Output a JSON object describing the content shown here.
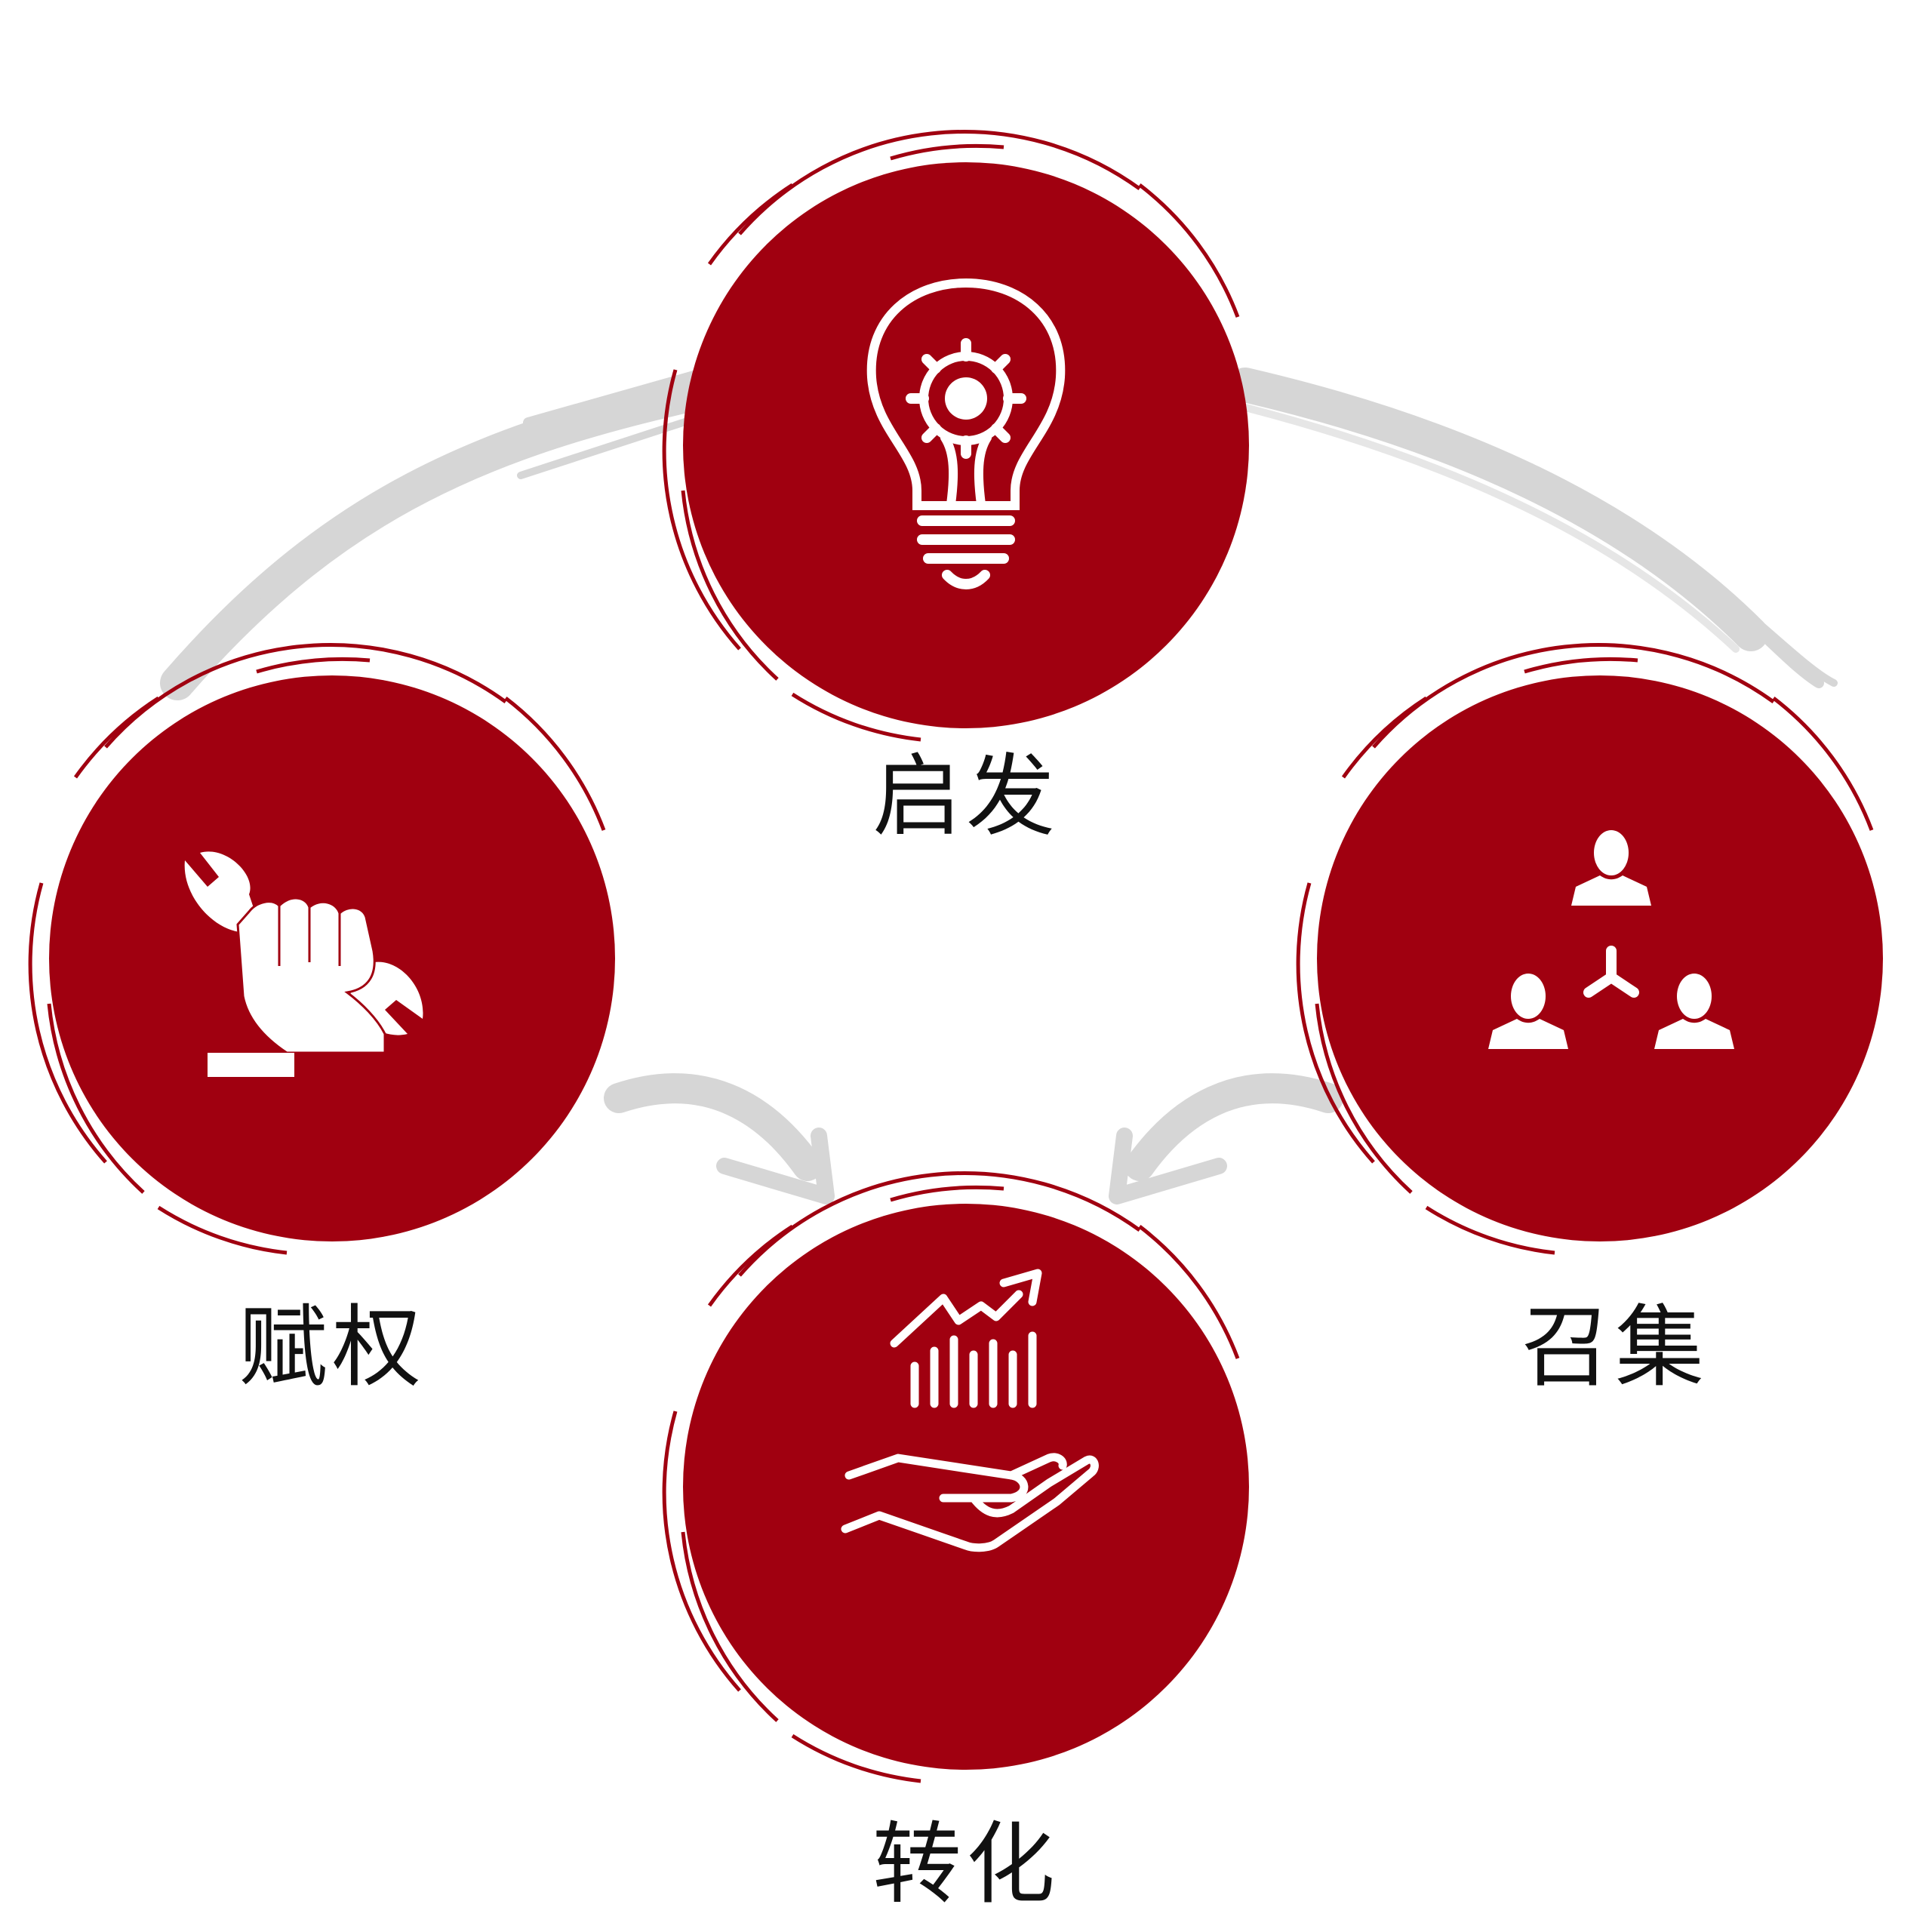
{
  "colors": {
    "node_fill": "#a00010",
    "node_scratch": "#a00010",
    "connector": "#d6d6d6",
    "icon": "#ffffff",
    "label_text": "#111111"
  },
  "nodes": [
    {
      "id": "inspire",
      "label": "启发",
      "icon": "lightbulb-gear-icon"
    },
    {
      "id": "empower",
      "label": "赋权",
      "icon": "hand-wrench-icon"
    },
    {
      "id": "convene",
      "label": "召集",
      "icon": "team-network-icon"
    },
    {
      "id": "transform",
      "label": "转化",
      "icon": "hand-growth-chart-icon"
    }
  ],
  "connectors": [
    {
      "from": "empower",
      "to": "inspire"
    },
    {
      "from": "inspire",
      "to": "convene"
    },
    {
      "from": "empower",
      "to": "transform"
    },
    {
      "from": "convene",
      "to": "transform"
    }
  ]
}
